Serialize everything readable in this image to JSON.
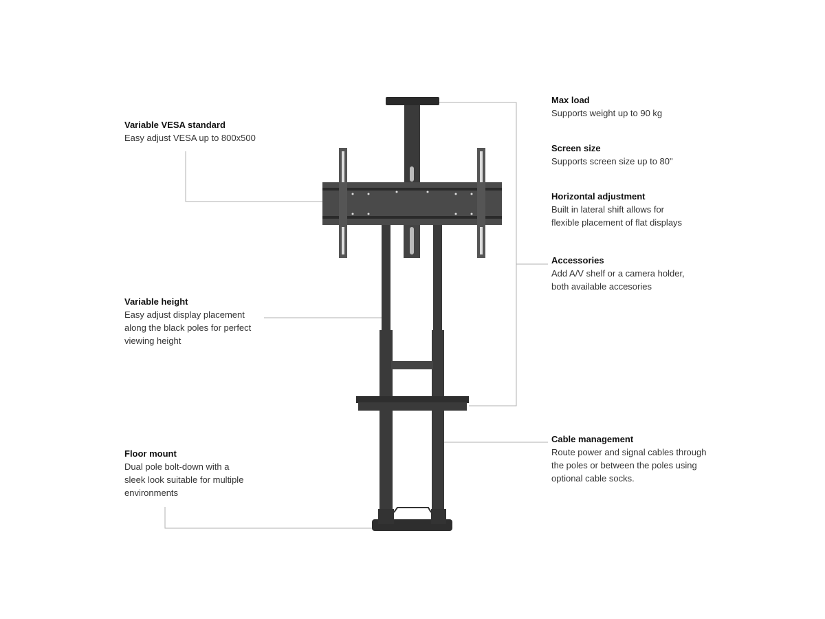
{
  "callouts": {
    "vesa": {
      "title": "Variable VESA standard",
      "desc": "Easy adjust VESA up to 800x500"
    },
    "height": {
      "title": "Variable height",
      "desc": "Easy adjust display placement\nalong the black poles for perfect\nviewing height"
    },
    "floor": {
      "title": "Floor mount",
      "desc": "Dual pole bolt-down with a\nsleek look suitable for multiple\nenvironments"
    },
    "maxload": {
      "title": "Max load",
      "desc": "Supports weight up to 90 kg"
    },
    "screen": {
      "title": "Screen size",
      "desc": "Supports screen size up to 80\""
    },
    "horizontal": {
      "title": "Horizontal adjustment",
      "desc": "Built in lateral shift allows for\nflexible placement of flat displays"
    },
    "accessories": {
      "title": "Accessories",
      "desc": "Add A/V shelf or a camera holder,\nboth available accesories"
    },
    "cable": {
      "title": "Cable management",
      "desc": "Route power and signal cables through\nthe poles or between the poles using\noptional cable socks."
    }
  },
  "colors": {
    "metal": "#3a3a3a",
    "metal_dark": "#262626",
    "leader": "#b0b0b0"
  }
}
